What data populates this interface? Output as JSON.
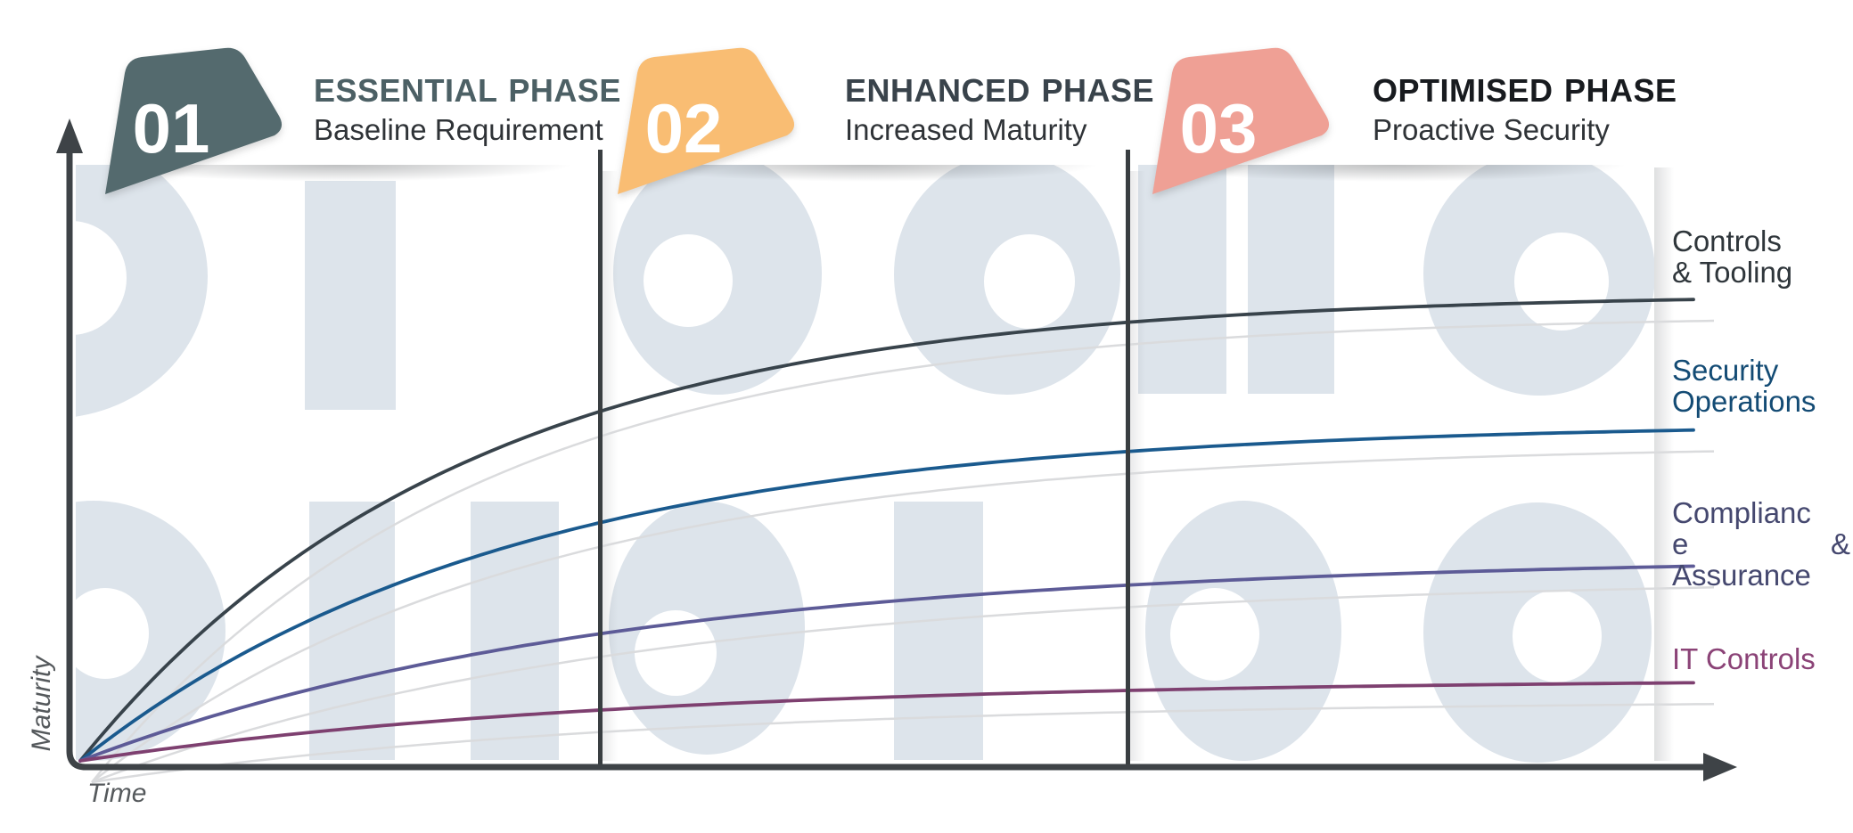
{
  "phases": [
    {
      "number": "01",
      "title": "ESSENTIAL PHASE",
      "subtitle": "Baseline Requirement",
      "badge_color": "#546a6e",
      "title_color": "#4c6065"
    },
    {
      "number": "02",
      "title": "ENHANCED PHASE",
      "subtitle": "Increased Maturity",
      "badge_color": "#f9bd73",
      "title_color": "#39434b"
    },
    {
      "number": "03",
      "title": "OPTIMISED PHASE",
      "subtitle": "Proactive Security",
      "badge_color": "#efa095",
      "title_color": "#181b1f"
    }
  ],
  "axes": {
    "x_label": "Time",
    "y_label": "Maturity",
    "color": "#3e4347",
    "label_color": "#55595c"
  },
  "dividers": {
    "color": "#393e41",
    "positions_fraction": [
      0.323,
      0.648
    ]
  },
  "watermark": {
    "description": "large pale binary 0 and 1 digit pattern, two rows",
    "color": "#dde4eb"
  },
  "chart_data": {
    "type": "line",
    "title": "Security maturity growth across three phases",
    "xlabel": "Time",
    "ylabel": "Maturity",
    "x_range": [
      0,
      1
    ],
    "y_range": [
      0,
      1
    ],
    "grid": false,
    "legend_position": "right",
    "phase_boundaries_x": [
      0.323,
      0.648
    ],
    "model": "y = asymptote * (1 - exp(-rate * x)); qualitative axes, no tick values shown",
    "series": [
      {
        "name": "Controls & Tooling",
        "color": "#38434b",
        "label_color": "#2f363b",
        "label_lines": [
          [
            "Controls"
          ],
          [
            "& Tooling"
          ]
        ],
        "asymptote": 0.745,
        "rate": 4.28,
        "points_x": [
          0,
          0.323,
          0.648,
          1.0
        ],
        "points_y": [
          0,
          0.56,
          0.69,
          0.74
        ]
      },
      {
        "name": "Security Operations",
        "color": "#1a5a8e",
        "label_color": "#134b74",
        "label_lines": [
          [
            "Security"
          ],
          [
            "Operations"
          ]
        ],
        "asymptote": 0.539,
        "rate": 3.79,
        "points_x": [
          0,
          0.323,
          0.648,
          1.0
        ],
        "points_y": [
          0,
          0.38,
          0.49,
          0.53
        ]
      },
      {
        "name": "Compliance & Assurance",
        "color": "#5d5b97",
        "label_color": "#45486f",
        "label_lines": [
          [
            "Complianc"
          ],
          [
            "e",
            "&"
          ],
          [
            "Assurance"
          ]
        ],
        "asymptote": 0.326,
        "rate": 3.02,
        "points_x": [
          0,
          0.323,
          0.648,
          1.0
        ],
        "points_y": [
          0,
          0.2,
          0.28,
          0.32
        ]
      },
      {
        "name": "IT Controls",
        "color": "#7e4070",
        "label_color": "#8b4377",
        "label_lines": [
          [
            "IT Controls"
          ]
        ],
        "asymptote": 0.131,
        "rate": 2.99,
        "points_x": [
          0,
          0.323,
          0.648,
          1.0
        ],
        "points_y": [
          0,
          0.08,
          0.11,
          0.13
        ]
      }
    ]
  }
}
